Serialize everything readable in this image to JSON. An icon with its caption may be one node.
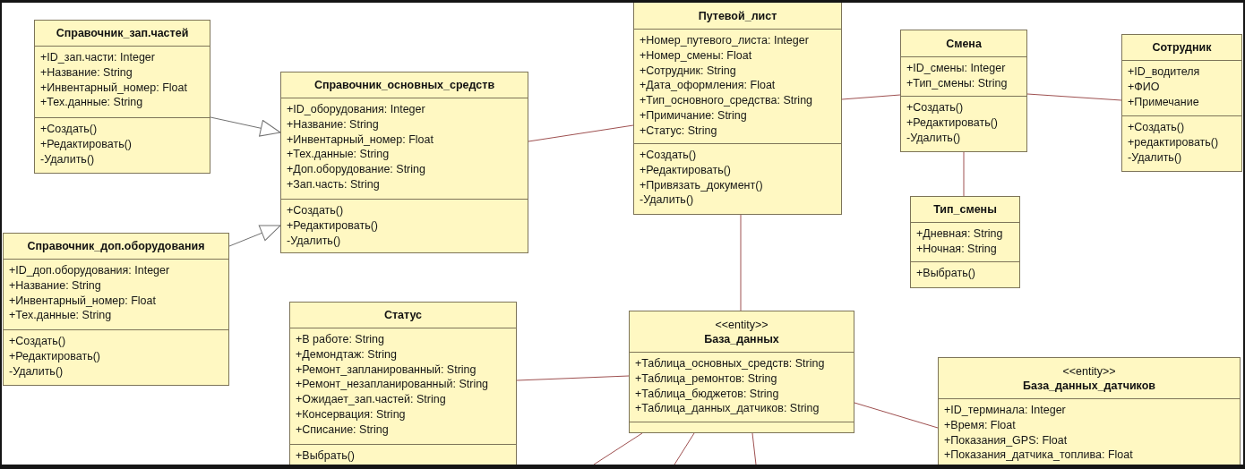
{
  "diagram": {
    "nodes": [
      {
        "text": [
          "Справочник_зап.частей",
          "+ID_зап.части: Integer",
          "+Название: String",
          "+Инвентарный_номер: Float",
          "+Тех.данные: String",
          "+Создать()",
          "+Редактировать()",
          "-Удалить()"
        ]
      },
      {
        "text": [
          "Справочник_основных_средств",
          "+ID_оборудования: Integer",
          "+Название: String",
          "+Инвентарный_номер: Float",
          "+Тех.данные: String",
          "+Доп.оборудование: String",
          "+Зап.часть: String",
          "+Создать()",
          "+Редактировать()",
          "-Удалить()"
        ]
      },
      {
        "text": [
          "Путевой_лист",
          "+Номер_путевого_листа: Integer",
          "+Номер_смены: Float",
          "+Сотрудник: String",
          "+Дата_оформления: Float",
          "+Тип_основного_средства: String",
          "+Примичание: String",
          "+Статус: String",
          "+Создать()",
          "+Редактировать()",
          "+Привязать_документ()",
          "-Удалить()"
        ]
      },
      {
        "text": [
          "Смена",
          "+ID_смены: Integer",
          "+Тип_смены: String",
          "+Создать()",
          "+Редактировать()",
          "-Удалить()"
        ]
      },
      {
        "text": [
          "Сотрудник",
          "+ID_водителя",
          "+ФИО",
          "+Примечание",
          "+Создать()",
          "+редактировать()",
          "-Удалить()"
        ]
      },
      {
        "text": [
          "Тип_смены",
          "+Дневная: String",
          "+Ночная: String",
          "+Выбрать()"
        ]
      },
      {
        "text": [
          "Справочник_доп.оборудования",
          "+ID_доп.оборудования: Integer",
          "+Название: String",
          "+Инвентарный_номер: Float",
          "+Тех.данные: String",
          "+Создать()",
          "+Редактировать()",
          "-Удалить()"
        ]
      },
      {
        "text": [
          "Статус",
          "+В работе: String",
          "+Демондтаж: String",
          "+Ремонт_запланированный: String",
          "+Ремонт_незапланированный: String",
          "+Ожидает_зап.частей: String",
          "+Консервация: String",
          "+Списание: String",
          "+Выбрать()"
        ]
      },
      {
        "text": [
          "<<entity>>",
          "База_данных",
          "+Таблица_основных_средств: String",
          "+Таблица_ремонтов: String",
          "+Таблица_бюджетов: String",
          "+Таблица_данных_датчиков: String"
        ]
      },
      {
        "text": [
          "<<entity>>",
          "База_данных_датчиков",
          "+ID_терминала: Integer",
          "+Время: Float",
          "+Показания_GPS: Float",
          "+Показания_датчика_топлива: Float"
        ]
      }
    ],
    "edges": [
      {
        "from": 0,
        "to": 1,
        "arrow": "to",
        "color": "#707070"
      },
      {
        "from": 6,
        "to": 1,
        "arrow": "to",
        "color": "#707070"
      },
      {
        "from": 1,
        "to": 2,
        "arrow": "none"
      },
      {
        "from": 2,
        "to": 3,
        "arrow": "none"
      },
      {
        "from": 3,
        "to": 4,
        "arrow": "none"
      },
      {
        "from": 3,
        "to": 5,
        "arrow": "none"
      },
      {
        "from": 2,
        "to": 8,
        "arrow": "none"
      },
      {
        "from": 7,
        "to": 8,
        "arrow": "none"
      },
      {
        "from": 8,
        "to": 9,
        "arrow": "none"
      },
      {
        "from": 8,
        "to": null,
        "arrow": "none"
      },
      {
        "from": 8,
        "to": null,
        "arrow": "none"
      },
      {
        "from": 8,
        "to": null,
        "arrow": "none"
      }
    ]
  }
}
